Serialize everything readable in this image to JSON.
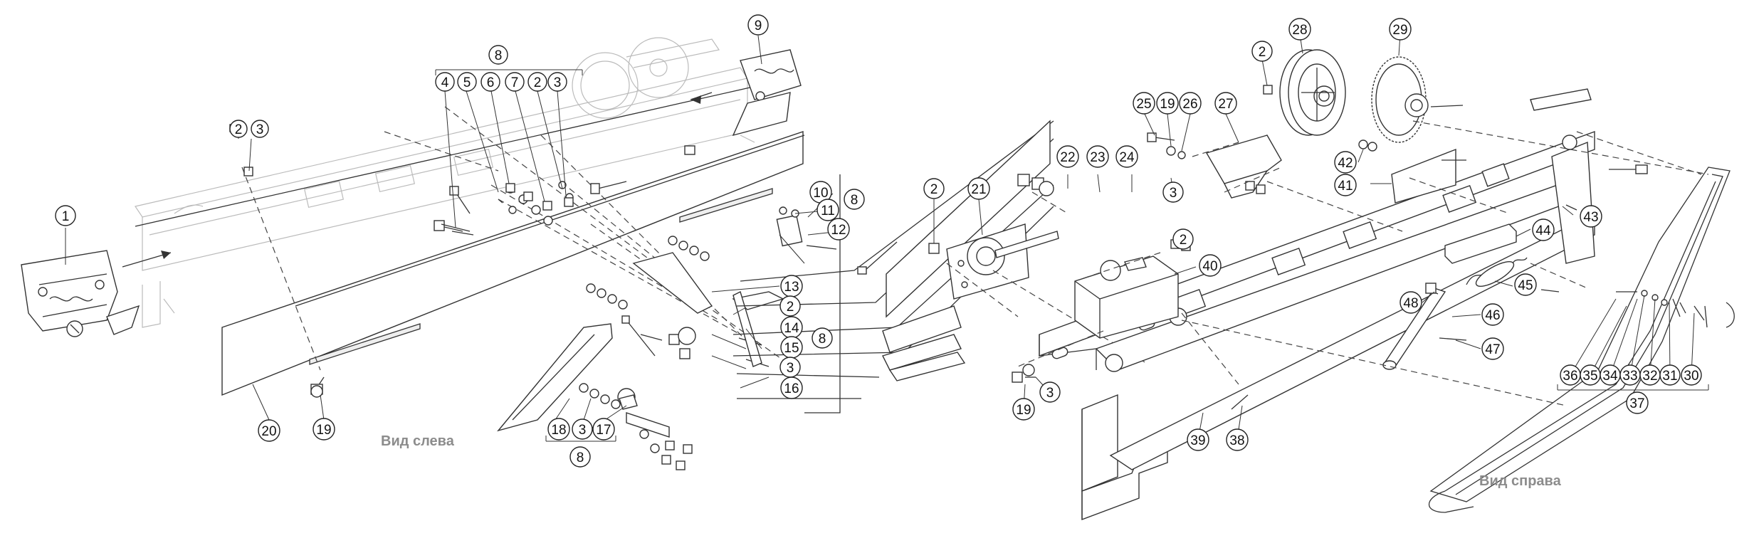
{
  "colors": {
    "ink": "#333333",
    "background": "#ffffff",
    "view_label": "#8c8c8c",
    "faded_parts": "#bbbbbb"
  },
  "view_labels": {
    "left": "Вид слева",
    "right": "Вид справа"
  },
  "callouts": {
    "c1": "1",
    "c2a": "2",
    "c3a": "3",
    "c8top": "8",
    "c4": "4",
    "c5": "5",
    "c6": "6",
    "c7": "7",
    "c2b": "2",
    "c3b": "3",
    "c9": "9",
    "c10": "10",
    "c11": "11",
    "c8b": "8",
    "c12": "12",
    "c13": "13",
    "c2c": "2",
    "c14": "14",
    "c8c": "8",
    "c15": "15",
    "c3c": "3",
    "c16": "16",
    "c2d": "2",
    "c21": "21",
    "c20": "20",
    "c19a": "19",
    "c18": "18",
    "c3d": "3",
    "c17": "17",
    "c8bot": "8",
    "c22": "22",
    "c23": "23",
    "c24": "24",
    "c25": "25",
    "c19b": "19",
    "c26": "26",
    "c27": "27",
    "c3e": "3",
    "c2e": "2",
    "c28": "28",
    "c29": "29",
    "c42": "42",
    "c41": "41",
    "c43": "43",
    "c44": "44",
    "c2f": "2",
    "c40": "40",
    "c45": "45",
    "c48": "48",
    "c46": "46",
    "c47": "47",
    "c19c": "19",
    "c3f": "3",
    "c39": "39",
    "c38": "38",
    "c36": "36",
    "c35": "35",
    "c34": "34",
    "c33": "33",
    "c32": "32",
    "c31": "31",
    "c30": "30",
    "c37": "37"
  }
}
